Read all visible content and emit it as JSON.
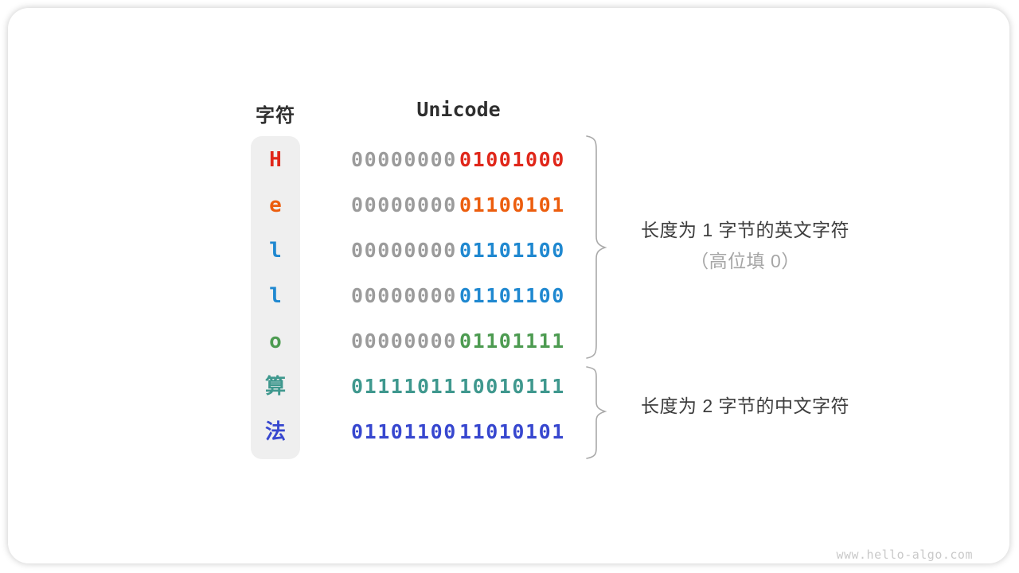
{
  "table": {
    "headers": {
      "char": "字符",
      "unicode": "Unicode"
    },
    "rows": [
      {
        "char": "H",
        "char_color": "#e0271a",
        "byte1": "00000000",
        "byte1_color": "#9b9b9b",
        "byte2": "01001000",
        "byte2_color": "#e0271a"
      },
      {
        "char": "e",
        "char_color": "#ec5d0d",
        "byte1": "00000000",
        "byte1_color": "#9b9b9b",
        "byte2": "01100101",
        "byte2_color": "#ec5d0d"
      },
      {
        "char": "l",
        "char_color": "#1f88d0",
        "byte1": "00000000",
        "byte1_color": "#9b9b9b",
        "byte2": "01101100",
        "byte2_color": "#1f88d0"
      },
      {
        "char": "l",
        "char_color": "#1f88d0",
        "byte1": "00000000",
        "byte1_color": "#9b9b9b",
        "byte2": "01101100",
        "byte2_color": "#1f88d0"
      },
      {
        "char": "o",
        "char_color": "#4d9b51",
        "byte1": "00000000",
        "byte1_color": "#9b9b9b",
        "byte2": "01101111",
        "byte2_color": "#4d9b51"
      },
      {
        "char": "算",
        "char_color": "#3f988e",
        "byte1": "01111011",
        "byte1_color": "#3f988e",
        "byte2": "10010111",
        "byte2_color": "#3f988e"
      },
      {
        "char": "法",
        "char_color": "#3747cf",
        "byte1": "01101100",
        "byte1_color": "#3747cf",
        "byte2": "11010101",
        "byte2_color": "#3747cf"
      }
    ]
  },
  "annotations": [
    {
      "line1": "长度为 1 字节的英文字符",
      "line2": "（高位填 0）"
    },
    {
      "line1": "长度为 2 字节的中文字符"
    }
  ],
  "colors": {
    "gray_bits": "#9b9b9b",
    "header_text": "#2f2f2f",
    "char_column_bg": "#efefef",
    "brace": "#a9a9a9",
    "annotation_muted": "#a6a6a6"
  },
  "page": {
    "watermark": "www.hello-algo.com"
  }
}
